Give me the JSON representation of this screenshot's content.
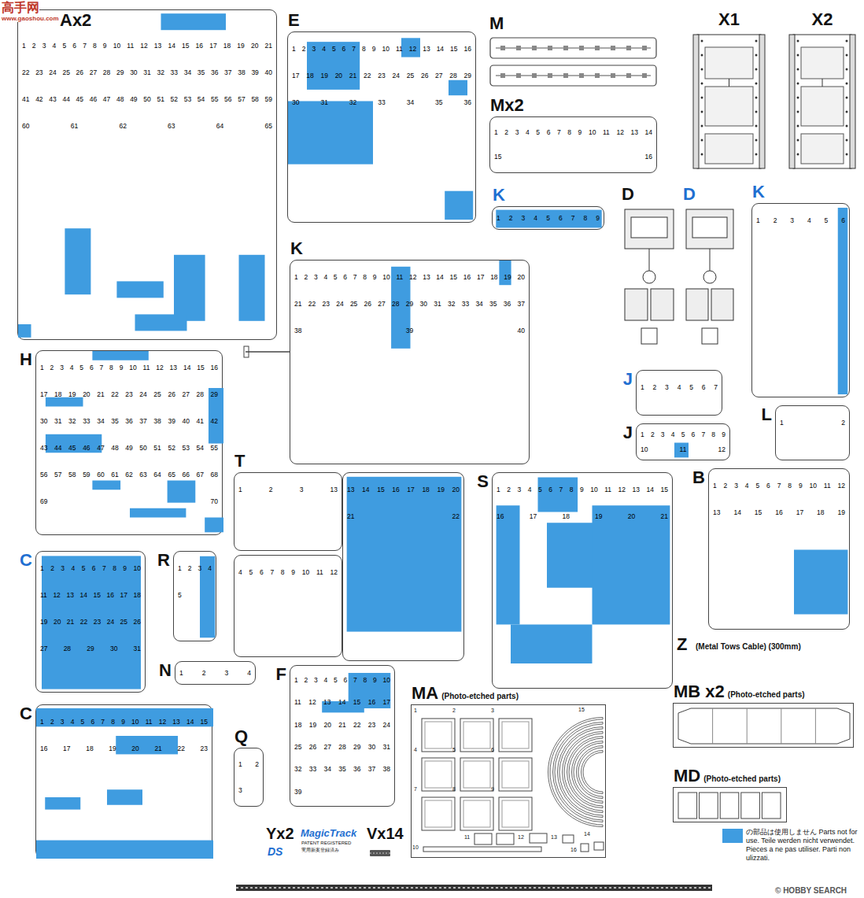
{
  "diagram": {
    "nodes": [
      {
        "text": [
          "Ax2",
          "1 2 3 4 5 6 7 8 9 10 11 12 13 14 15 16 17 18 19 20 21 22 23 24 25 26 27 28 29 30 31 32 33 34 35 36 37 38 39 40 41 42 43 44 45 46 47 48 49 50 51 52 53 54 55 56 57 58 59 60 61 62 63 64 65"
        ]
      },
      {
        "text": [
          "E",
          "1 2 3 4 5 6 7 8 9 10 11 12 13 14 15 16 17 18 19 20 21 22 23 24 25 26 27 28 29 30 31 32 33 34 35 36"
        ]
      },
      {
        "text": [
          "M"
        ]
      },
      {
        "text": [
          "Mx2",
          "1 2 3 4 5 6 7 8 9 10 11 12 13 14 15 16"
        ]
      },
      {
        "text": [
          "X1"
        ]
      },
      {
        "text": [
          "X2"
        ]
      },
      {
        "text": [
          "K",
          "1 2 3 4 5 6 7 8 9"
        ]
      },
      {
        "text": [
          "D"
        ]
      },
      {
        "text": [
          "D"
        ]
      },
      {
        "text": [
          "K",
          "1 2 3 4 5 6"
        ]
      },
      {
        "text": [
          "K",
          "1 2 3 4 5 6 7 8 9 10 11 12 13 14 15 16 17 18 19 20 21 22 23 24 25 26 27 28 29 30 31 32 33 34 35 36 37 38 39 40"
        ]
      },
      {
        "text": [
          "H",
          "1 2 3 4 5 6 7 8 9 10 11 12 13 14 15 16 17 18 19 20 21 22 23 24 25 26 27 28 29 30 31 32 33 34 35 36 37 38 39 40 41 42 43 44 45 46 47 48 49 50 51 52 53 54 55 56 57 58 59 60 61 62 63 64 65 66 67 68 69 70"
        ]
      },
      {
        "text": [
          "J",
          "1 2 3 4 5 6 7"
        ]
      },
      {
        "text": [
          "J",
          "1 2 3 4 5 6 7 8 9 10 11 12"
        ]
      },
      {
        "text": [
          "L",
          "1 2"
        ]
      },
      {
        "text": [
          "T",
          "1 2 3 13"
        ]
      },
      {
        "text": [
          "4 5 6 7 8 9 10 11 12"
        ]
      },
      {
        "text": [
          "13 14 15 16 17 18 19 20 21 22"
        ]
      },
      {
        "text": [
          "S",
          "1 2 3 4 5 6 7 8 9 10 11 12 13 14 15 16 17 18 19 20 21"
        ]
      },
      {
        "text": [
          "B",
          "1 2 3 4 5 6 7 8 9 10 11 12 13 14 15 16 17 18 19"
        ]
      },
      {
        "text": [
          "C",
          "1 2 3 4 5 6 7 8 9 10 11 12 13 14 15 16 17 18 19 20 21 22 23 24 25 26 27 28 29 30 31"
        ]
      },
      {
        "text": [
          "R",
          "1 2 3 4 5"
        ]
      },
      {
        "text": [
          "N",
          "1 2 3 4"
        ]
      },
      {
        "text": [
          "F",
          "1 2 3 4 5 6 7 8 9 10 11 12 13 14 15 16 17 18 19 20 21 22 23 24 25 26 27 28 29 30 31 32 33 34 35 36 37 38 39"
        ]
      },
      {
        "text": [
          "C",
          "1 2 3 4 5 6 7 8 9 10 11 12 13 14 15 16 17 18 19 20 21 22 23"
        ]
      },
      {
        "text": [
          "Q",
          "1 2 3"
        ]
      },
      {
        "text": [
          "MA",
          "(Photo-etched parts)"
        ]
      },
      {
        "text": [
          "MB x2",
          "(Photo-etched parts)"
        ]
      },
      {
        "text": [
          "MD",
          "(Photo-etched parts)"
        ]
      }
    ],
    "labels": [
      "高手网",
      "www.gaoshou.com",
      "Z",
      "(Metal Tows Cable) (300mm)",
      "Yx2",
      "MagicTrack",
      "PATENT REGISTERED",
      "実用新案登録済み",
      "Vx14",
      "DS",
      "© HOBBY SEARCH",
      "1",
      "2",
      "3",
      "4",
      "5",
      "6",
      "7",
      "8",
      "9",
      "10",
      "11",
      "12",
      "13",
      "14",
      "15",
      "16"
    ],
    "legend": [
      {
        "text": "の部品は使用しません Parts not for use. Teile werden nicht verwendet. Pieces a ne pas utiliser. Parti non ulizzati.",
        "color": "#3f9ce0"
      }
    ]
  }
}
